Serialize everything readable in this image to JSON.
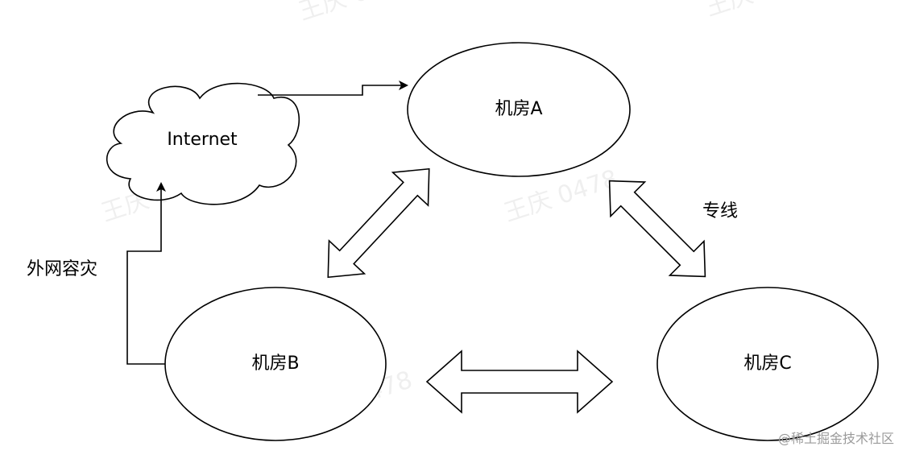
{
  "diagram": {
    "nodes": {
      "internet": {
        "label": "Internet"
      },
      "room_a": {
        "label": "机房A"
      },
      "room_b": {
        "label": "机房B"
      },
      "room_c": {
        "label": "机房C"
      }
    },
    "edges": {
      "internet_to_a": {
        "from": "Internet",
        "to": "机房A",
        "style": "line-arrow"
      },
      "b_to_internet": {
        "from": "机房B",
        "to": "Internet",
        "style": "line-arrow",
        "label": "外网容灾"
      },
      "a_b": {
        "between": [
          "机房A",
          "机房B"
        ],
        "style": "hollow-double-arrow"
      },
      "a_c": {
        "between": [
          "机房A",
          "机房C"
        ],
        "style": "hollow-double-arrow",
        "label": "专线"
      },
      "b_c": {
        "between": [
          "机房B",
          "机房C"
        ],
        "style": "hollow-double-arrow"
      }
    }
  },
  "watermark": {
    "text": "王庆 0478"
  },
  "credit": {
    "text": "@稀土掘金技术社区"
  },
  "colors": {
    "stroke": "#000000",
    "background": "#ffffff",
    "credit": "#9a9a9a"
  }
}
